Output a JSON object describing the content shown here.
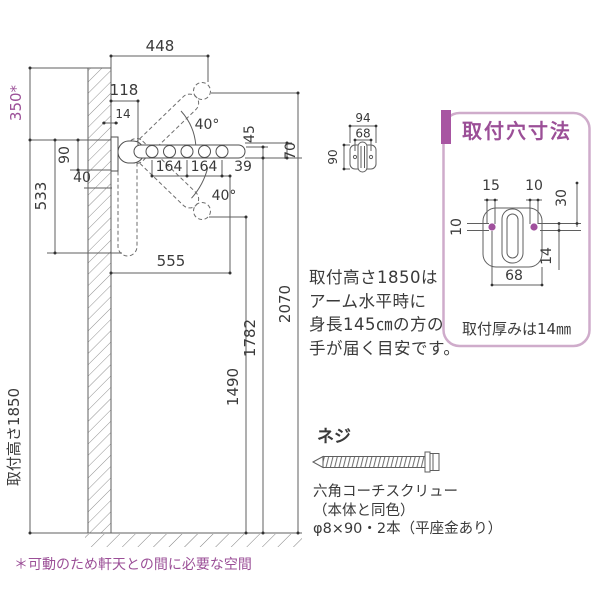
{
  "colors": {
    "accent_purple": "#9b4f97",
    "panel_bar": "#a855a2",
    "panel_border": "#cfaccb",
    "line_gray": "#5f5f5f"
  },
  "d": {
    "k448": "448",
    "k350": "350*",
    "k1850": "取付高さ1850",
    "k118": "118",
    "k14": "14",
    "k90": "90",
    "k40": "40",
    "k533": "533",
    "k555": "555",
    "k164a": "164",
    "k164b": "164",
    "k39": "39",
    "angA": "40°",
    "angB": "40°",
    "k45": "45",
    "k70": "70",
    "k2070": "2070",
    "k1782": "1782",
    "k1490": "1490"
  },
  "sv": {
    "k94": "94",
    "k68": "68",
    "k90": "90"
  },
  "panel": {
    "title": "取付穴寸法",
    "k15": "15",
    "k10top": "10",
    "k30": "30",
    "k10left": "10",
    "k14": "14",
    "k68": "68",
    "caption": "取付厚みは14㎜"
  },
  "note": {
    "line1": "取付高さ1850は",
    "line2": "アーム水平時に",
    "line3": "身長145㎝の方の",
    "line4": "手が届く目安です。"
  },
  "screw": {
    "title": "ネジ",
    "line1": "六角コーチスクリュー",
    "line2": "（本体と同色）",
    "line3": "φ8×90・2本（平座金あり）"
  },
  "footnote": "＊可動のため軒天との間に必要な空間"
}
